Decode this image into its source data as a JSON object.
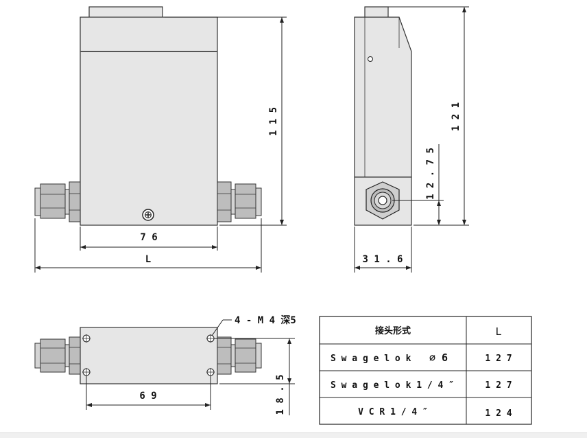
{
  "dimensions": {
    "width_76": "7 6",
    "length_L": "L",
    "height_115": "1 1 5",
    "height_121": "1 2 1",
    "height_12_75": "1 2 . 7 5",
    "depth_31_6": "3 1 . 6",
    "hole_spacing_69": "6 9",
    "bottom_18_5": "1 8 . 5",
    "mount_holes": "4 - M 4 深5"
  },
  "table": {
    "header": {
      "type": "接头形式",
      "length": "L"
    },
    "rows": [
      {
        "type": "S w a g e l o k",
        "size": "∅ 6",
        "length": "1 2 7"
      },
      {
        "type": "S w a g e l o k  1 / 4 ″",
        "size": "",
        "length": "1 2 7"
      },
      {
        "type": "V C R   1 / 4 ″",
        "size": "",
        "length": "1 2 4"
      }
    ]
  }
}
